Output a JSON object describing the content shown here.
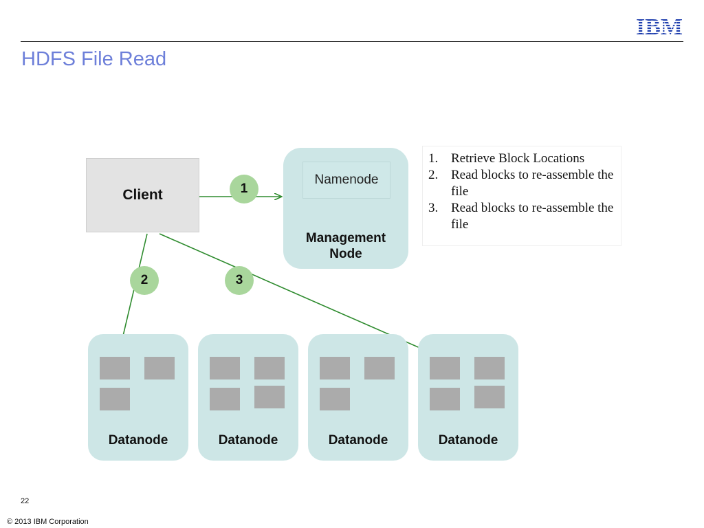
{
  "header": {
    "title": "HDFS File Read",
    "logo_text": "IBM"
  },
  "diagram": {
    "client_label": "Client",
    "namenode_label": "Namenode",
    "management_node_label_line1": "Management",
    "management_node_label_line2": "Node",
    "step_markers": [
      "1",
      "2",
      "3"
    ],
    "datanodes": [
      {
        "label": "Datanode",
        "blocks": 3
      },
      {
        "label": "Datanode",
        "blocks": 4
      },
      {
        "label": "Datanode",
        "blocks": 3
      },
      {
        "label": "Datanode",
        "blocks": 4
      }
    ],
    "steps": [
      {
        "number": "1.",
        "text": "Retrieve Block Locations"
      },
      {
        "number": "2.",
        "text": "Read blocks to re-assemble the file"
      },
      {
        "number": "3.",
        "text": "Read blocks to re-assemble the file"
      }
    ]
  },
  "colors": {
    "title": "#6d7fd9",
    "node_fill": "#cde6e6",
    "arrow": "#2e8b2e",
    "step_circle": "#a9d69c",
    "block": "#ababab",
    "ibm_blue": "#1f3fae"
  },
  "footer": {
    "slide_number": "22",
    "copyright": "© 2013 IBM Corporation"
  }
}
